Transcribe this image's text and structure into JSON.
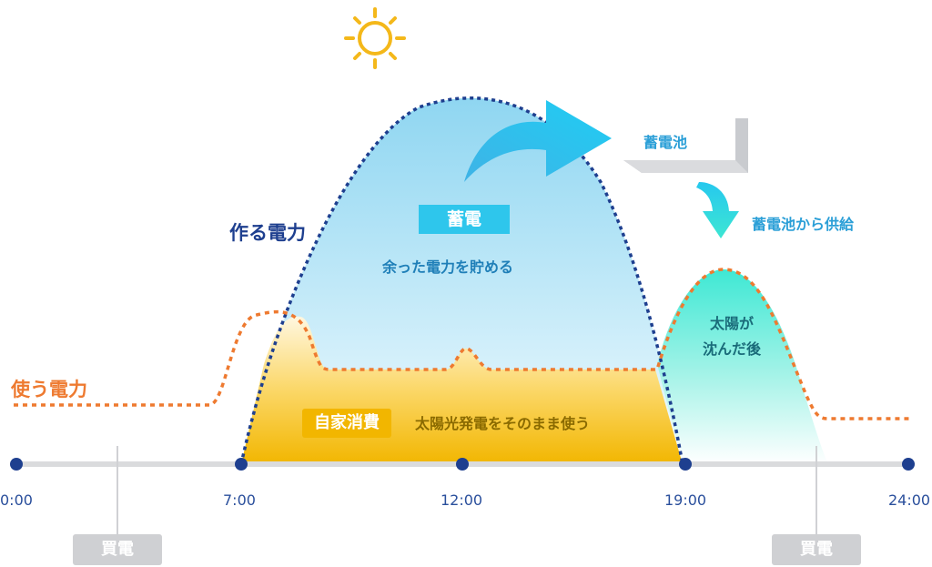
{
  "labels": {
    "make_power": "作る電力",
    "use_power": "使う電力",
    "charge_badge": "蓄電",
    "charge_desc": "余った電力を貯める",
    "self_badge": "自家消費",
    "self_desc": "太陽光発電をそのまま使う",
    "battery": "蓄電池",
    "battery_supply": "蓄電池から供給",
    "after_sunset": "太陽が\n沈んだ後",
    "buy_power": "買電"
  },
  "timeline": {
    "ticks": [
      "0:00",
      "7:00",
      "12:00",
      "19:00",
      "24:00"
    ]
  },
  "colors": {
    "make_line": "#1e3f8f",
    "use_line": "#ee7a30",
    "sky_area": "#aee1f4",
    "self_area": "#f4be21",
    "battery_area": "#3ee8d4",
    "arrow": "#21c4ef",
    "sun": "#f4b81a",
    "axis": "#dadbdd",
    "dot": "#1e3f8f"
  },
  "icons": [
    "sun-icon",
    "arrow-right-icon",
    "arrow-down-icon",
    "battery-icon"
  ]
}
